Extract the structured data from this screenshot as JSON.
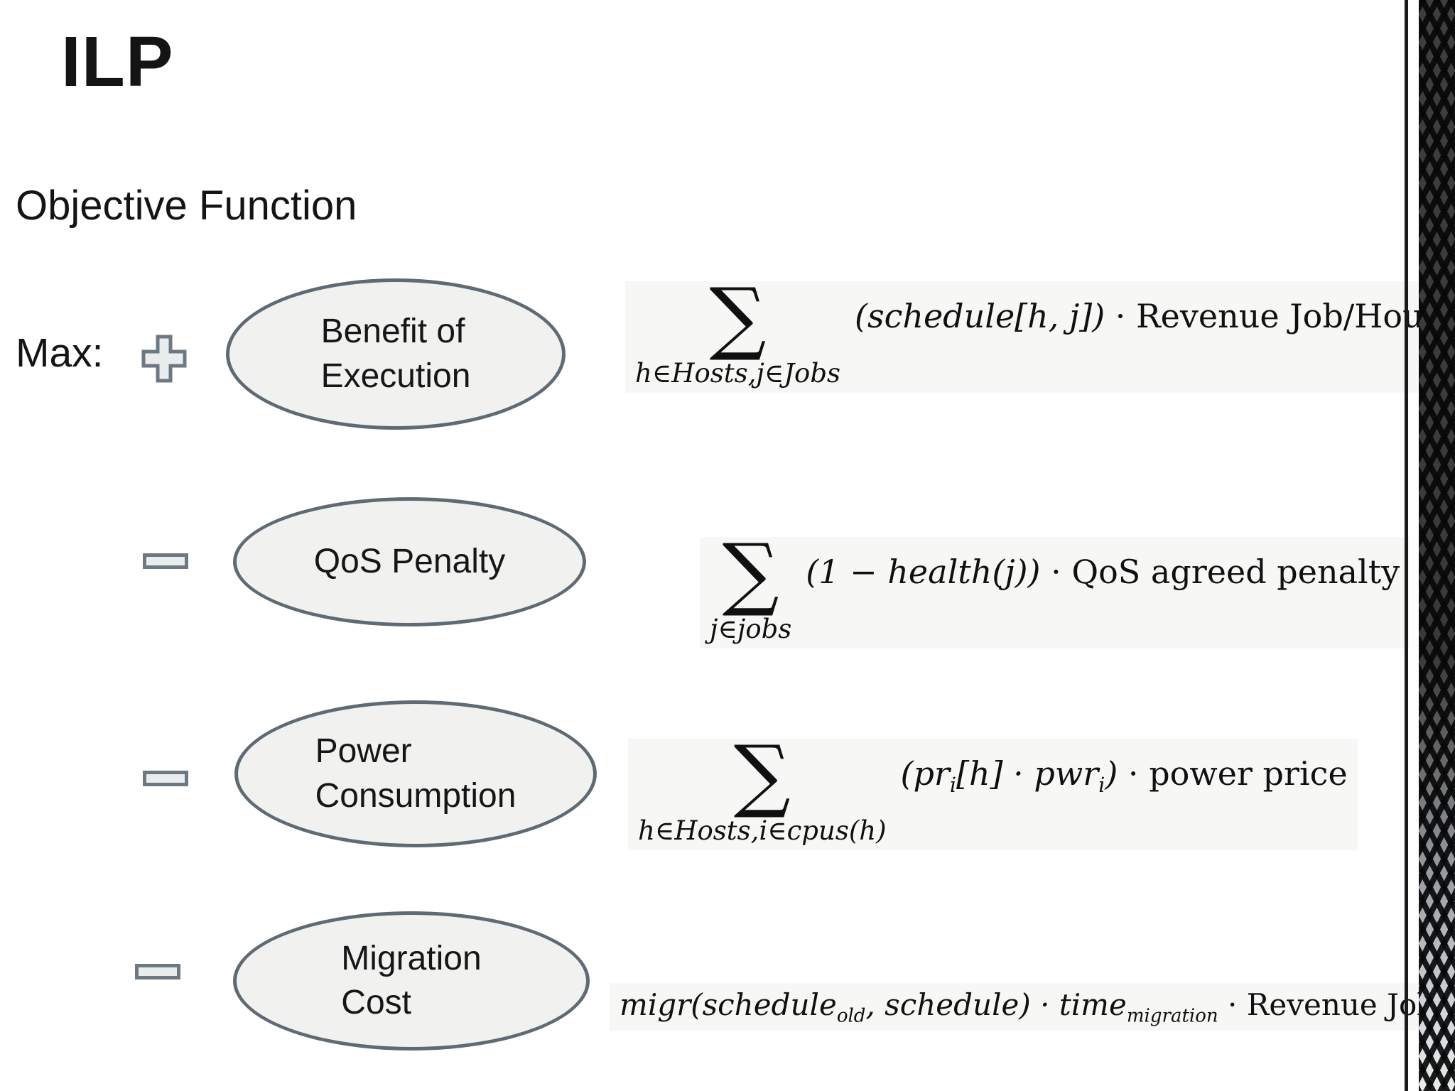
{
  "slide": {
    "title": "ILP",
    "subtitle": "Objective Function",
    "max_label": "Max:"
  },
  "colors": {
    "ellipse_fill": "#f1f1ef",
    "ellipse_border": "#5f6a73",
    "icon_fill": "#e9edee",
    "icon_border": "#6d7982",
    "text": "#141414",
    "texture_dark": "#0a0a0a",
    "texture_diamond": "#3a3a3a",
    "texture_sheen": "#cfd4d8"
  },
  "terms": [
    {
      "operator": "plus",
      "shape": {
        "line1": "Benefit of",
        "line2": "Execution"
      },
      "formula": {
        "sigma": "∑",
        "limits": "h∈Hosts,j∈Jobs",
        "lhs": "(schedule[h, j])",
        "dot": " · ",
        "rhs": "Revenue Job/Hour"
      }
    },
    {
      "operator": "minus",
      "shape": {
        "line1": "QoS Penalty"
      },
      "formula": {
        "sigma": "∑",
        "limits": "j∈jobs",
        "lhs": "(1 − health(j))",
        "dot": " · ",
        "rhs": "QoS agreed penalty"
      }
    },
    {
      "operator": "minus",
      "shape": {
        "line1": "Power",
        "line2": "Consumption"
      },
      "formula": {
        "sigma": "∑",
        "limits": "h∈Hosts,i∈cpus(h)",
        "p1": "(pr",
        "p1sub": "i",
        "p2": "[h] · pwr",
        "p2sub": "i",
        "p3": ")",
        "dot": " · ",
        "rhs": "power price"
      }
    },
    {
      "operator": "minus",
      "shape": {
        "line1": "Migration",
        "line2": "Cost"
      },
      "formula": {
        "p1": "migr(schedule",
        "p1sub": "old",
        "p2": ", schedule) · time",
        "p2sub": "migration",
        "dot": " · ",
        "rhs": "Revenue Job/Hour"
      }
    }
  ]
}
